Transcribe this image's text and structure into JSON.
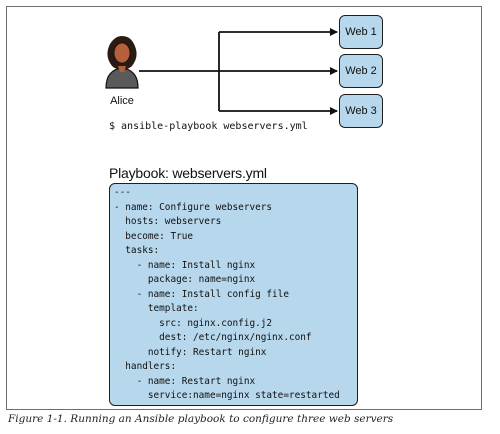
{
  "diagram": {
    "user": {
      "name": "Alice",
      "icon": "person-icon"
    },
    "servers": [
      {
        "label": "Web 1"
      },
      {
        "label": "Web 2"
      },
      {
        "label": "Web 3"
      }
    ],
    "command": "$ ansible-playbook webservers.yml",
    "playbook": {
      "title": "Playbook: webservers.yml",
      "lines": [
        "---",
        "- name: Configure webservers",
        "  hosts: webservers",
        "  become: True",
        "  tasks:",
        "    - name: Install nginx",
        "      package: name=nginx",
        "    - name: Install config file",
        "      template:",
        "        src: nginx.config.j2",
        "        dest: /etc/nginx/nginx.conf",
        "      notify: Restart nginx",
        "  handlers:",
        "    - name: Restart nginx",
        "      service:name=nginx state=restarted"
      ]
    },
    "colors": {
      "box_fill": "#b7d7ec",
      "stroke": "#1f1f1f",
      "skin": "#b5603b",
      "hair": "#2b1a12",
      "shirt": "#5a5a5a"
    }
  },
  "caption": "Figure 1-1. Running an Ansible playbook to configure three web servers"
}
